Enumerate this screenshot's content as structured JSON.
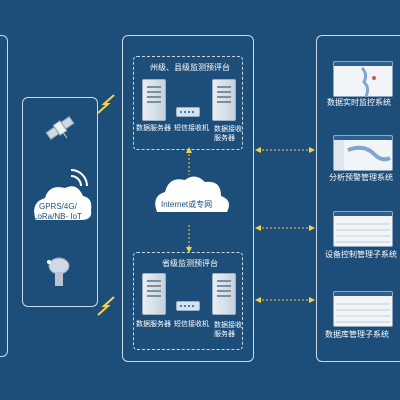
{
  "county_platform": {
    "title": "州级、县级监测预评台",
    "labels": [
      "数据服务器",
      "短信接收机",
      "数据接收服务器"
    ]
  },
  "province_platform": {
    "title": "省级监测预评台",
    "labels": [
      "数据服务器",
      "短信接收机",
      "数据接收服务器"
    ]
  },
  "cloud_label": "Internet或专网",
  "network_cloud": {
    "line1": "GPRS/4G/",
    "line2": "LoRa/NB- IoT"
  },
  "systems": [
    "数据实时监控系统",
    "分析预警管理系统",
    "设备控制管理子系统",
    "数据库管理子系统"
  ],
  "colors": {
    "background": "#1d4e79",
    "border": "#c9d9ea",
    "link": "#f5d34a"
  }
}
